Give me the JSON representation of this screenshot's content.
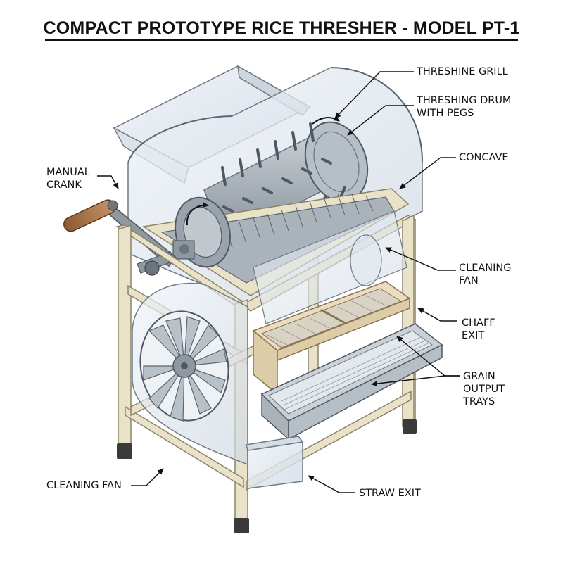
{
  "title": "COMPACT PROTOTYPE RICE THRESHER - MODEL PT-1",
  "callouts": {
    "threshine_grill": "THRESHINE GRILL",
    "threshing_drum": "THRESHING DRUM\nWITH PEGS",
    "concave": "CONCAVE",
    "manual_crank": "MANUAL\nCRANK",
    "cleaning_fan_right": "CLEANING\nFAN",
    "chaff_exit": "CHAFF\nEXIT",
    "grain_output_trays": "GRAIN\nOUTPUT\nTRAYS",
    "cleaning_fan_left": "CLEANING FAN",
    "straw_exit": "STRAW EXIT"
  },
  "colors": {
    "frame": "#e9e2c8",
    "frame_edge": "#8a8468",
    "housing": "#dfe6ee",
    "metal": "#9aa3ab",
    "wood_handle": "#a8754a",
    "feet": "#3a3a3a"
  }
}
